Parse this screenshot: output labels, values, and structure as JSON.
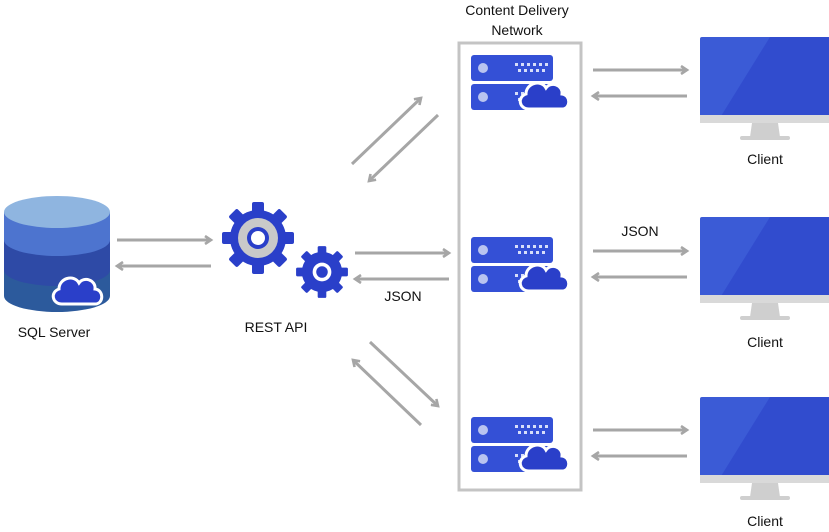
{
  "labels": {
    "database": "SQL Server",
    "api": "REST API",
    "cdn_line1": "Content Delivery",
    "cdn_line2": "Network",
    "client_top": "Client",
    "client_mid": "Client",
    "client_bottom": "Client",
    "json_api_to_cdn": "JSON",
    "json_cdn_to_client": "JSON"
  },
  "colors": {
    "arrow": "#a6a6a6",
    "cdn_border": "#c4c4c4",
    "brand_blue": "#2a3fc9",
    "dark_blue": "#1f2fa8",
    "server_blue": "#3450d6",
    "db_light": "#8fb5e0",
    "db_mid": "#4d74cf",
    "db_dark": "#2e4aa6",
    "db_base": "#2c5a9c",
    "gear_gray": "#c9c9c9",
    "monitor_screen": "#3b5bd6",
    "monitor_highlight": "#4c6de0",
    "monitor_stand": "#cfcfcf",
    "text": "#111111"
  },
  "icons": {
    "database": "database-cloud-icon",
    "api": "gears-icon",
    "server": "server-cloud-icon",
    "client": "monitor-icon"
  }
}
